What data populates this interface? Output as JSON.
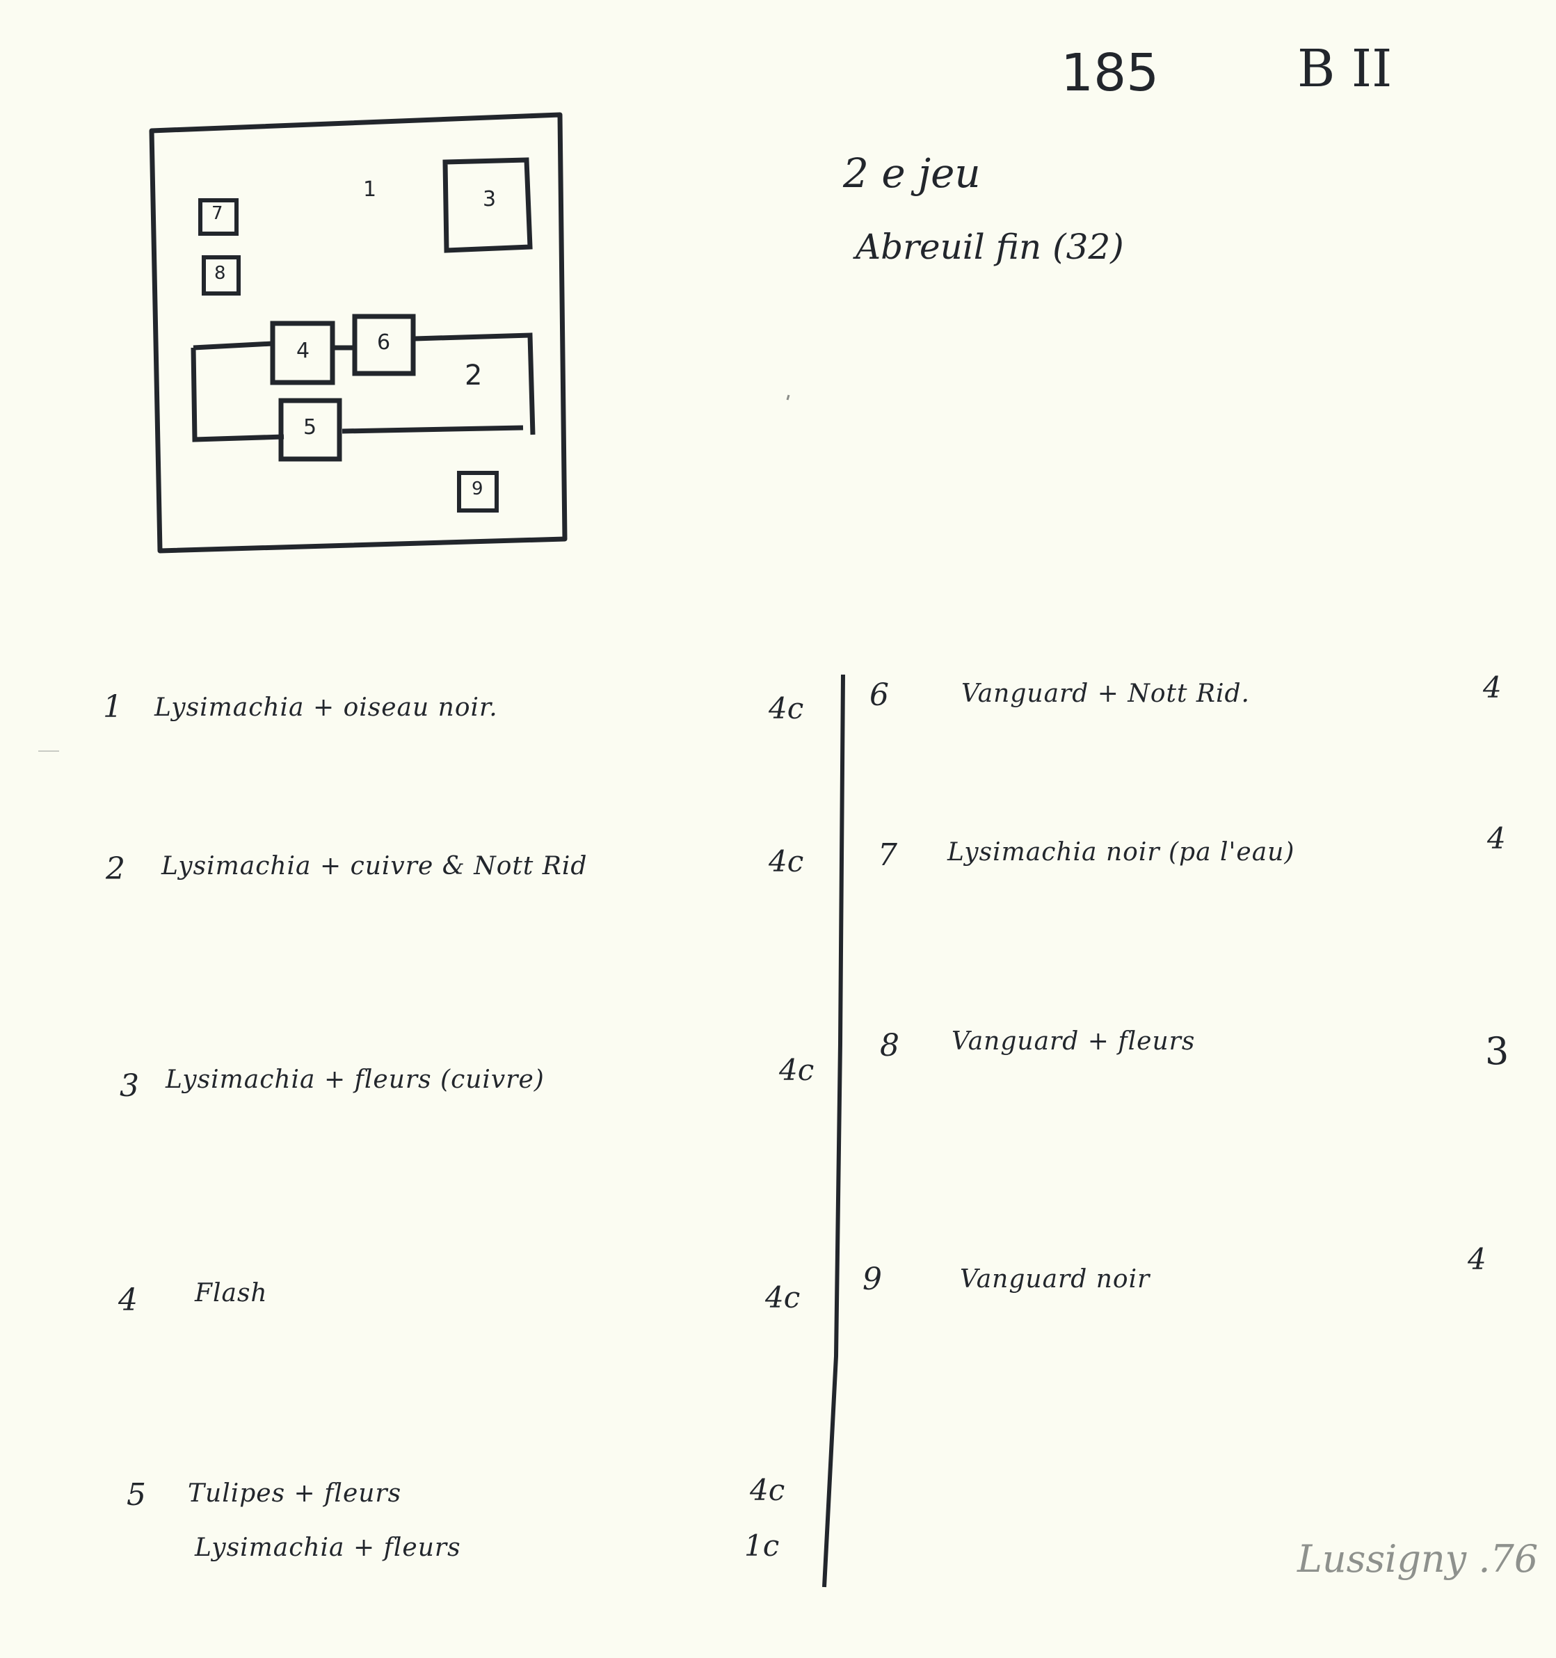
{
  "header": {
    "number": "185",
    "code": "B II",
    "note_line1": "2 e jeu",
    "note_line2": "Abreuil fin (32)"
  },
  "plan": {
    "areas": [
      {
        "id": "1",
        "label": "1"
      },
      {
        "id": "2",
        "label": "2"
      },
      {
        "id": "3",
        "label": "3"
      },
      {
        "id": "4",
        "label": "4"
      },
      {
        "id": "5",
        "label": "5"
      },
      {
        "id": "6",
        "label": "6"
      },
      {
        "id": "7",
        "label": "7"
      },
      {
        "id": "8",
        "label": "8"
      },
      {
        "id": "9",
        "label": "9"
      }
    ]
  },
  "left_list": [
    {
      "num": "1",
      "text": "Lysimachia + oiseau noir.",
      "qty": "4c"
    },
    {
      "num": "2",
      "text": "Lysimachia + cuivre & Nott Rid",
      "qty": "4c"
    },
    {
      "num": "3",
      "text": "Lysimachia + fleurs (cuivre)",
      "qty": "4c"
    },
    {
      "num": "4",
      "text": "Flash",
      "qty": "4c"
    },
    {
      "num": "5",
      "text": "Tulipes + fleurs",
      "qty": "4c"
    },
    {
      "num": "",
      "text": "Lysimachia + fleurs",
      "qty": "1c"
    }
  ],
  "right_list": [
    {
      "num": "6",
      "text": "Vanguard + Nott Rid.",
      "qty": "4"
    },
    {
      "num": "7",
      "text": "Lysimachia noir (pa l'eau)",
      "qty": "4"
    },
    {
      "num": "8",
      "text": "Vanguard + fleurs",
      "qty": "3"
    },
    {
      "num": "9",
      "text": "Vanguard noir",
      "qty": "4"
    }
  ],
  "signature": {
    "text": "Lussigny .76"
  }
}
